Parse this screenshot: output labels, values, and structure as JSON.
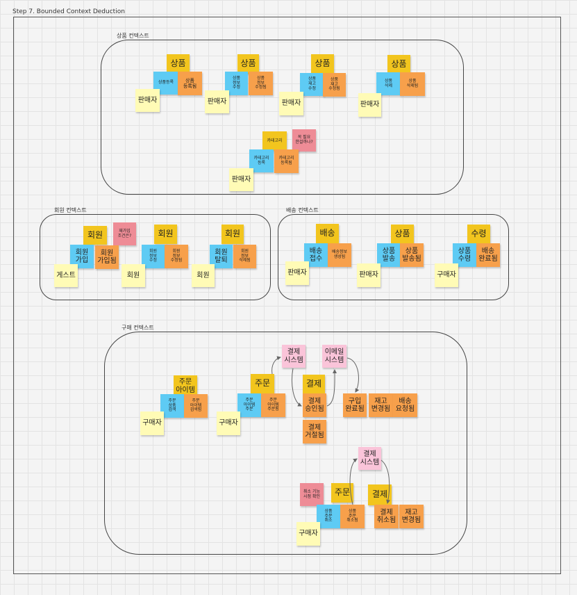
{
  "title": "Step 7. Bounded Context Deduction",
  "contexts": {
    "product": "상품 컨텍스트",
    "member": "회원 컨텍스트",
    "delivery": "배송 컨텍스트",
    "purchase": "구매 컨텍스트"
  },
  "notes": {
    "p_agg1": "상품",
    "p_cmd1": "상품등록",
    "p_evt1": "상품\n등록됨",
    "p_act1": "판매자",
    "p_agg2": "상품",
    "p_cmd2": "상품\n정보\n수정",
    "p_evt2": "상품\n정보\n수정됨",
    "p_act2": "판매자",
    "p_agg3": "상품",
    "p_cmd3": "상품\n재고\n수정",
    "p_evt3": "상품\n재고\n수정됨",
    "p_act3": "판매자",
    "p_agg4": "상품",
    "p_cmd4": "상품\n삭제",
    "p_evt4": "상품\n삭제됨",
    "p_act4": "판매자",
    "c_agg": "카테고리",
    "c_issue": "꼭 필요\n한걸까나?",
    "c_cmd": "카테고리\n등록",
    "c_evt": "카테고리\n등록됨",
    "c_act": "판매자",
    "m_agg1": "회원",
    "m_issue": "재가입\n조건은?",
    "m_cmd1": "회원\n가입",
    "m_evt1": "회원\n가입됨",
    "m_act1": "게스트",
    "m_agg2": "회원",
    "m_cmd2": "회원\n정보\n수정",
    "m_evt2": "회원\n정보\n수정됨",
    "m_act2": "회원",
    "m_agg3": "회원",
    "m_cmd3": "회원\n탈퇴",
    "m_evt3": "회원\n정보\n삭제됨",
    "m_act3": "회원",
    "d_agg1": "배송",
    "d_cmd1": "배송\n접수",
    "d_evt1": "배송정보\n생성됨",
    "d_act1": "판매자",
    "d_agg2": "상품",
    "d_cmd2": "상품\n발송",
    "d_evt2": "상품\n발송됨",
    "d_act2": "판매자",
    "d_agg3": "수령",
    "d_cmd3": "상품\n수령",
    "d_evt3": "배송\n완료됨",
    "d_act3": "구매자",
    "o_agg1": "주문\n아이템",
    "o_cmd1": "주문\n상품\n검색",
    "o_evt1": "주문\n아이템\n검색됨",
    "o_act1": "구매자",
    "o_agg2": "주문",
    "o_cmd2": "주문\n아이템\n주문",
    "o_evt2": "주문\n아이템\n주문됨",
    "o_act2": "구매자",
    "o_sys1": "결제\n시스템",
    "o_sys2": "이메일\n시스템",
    "o_agg3": "결제",
    "o_evt3": "결제\n승인됨",
    "o_evt4": "결제\n거절됨",
    "o_evt5": "구입\n완료됨",
    "o_evt6": "재고\n변경됨",
    "o_evt7": "배송\n요청됨",
    "o_sys3": "결제\n시스템",
    "o_issue": "취소 기능\n시점 확인",
    "o_agg4": "주문",
    "o_cmd5": "상품\n주문\n취소",
    "o_evt8": "상품\n주문\n취소됨",
    "o_agg5": "결제",
    "o_evt9": "결제\n취소됨",
    "o_evt10": "재고\n변경됨",
    "o_act3": "구매자"
  },
  "colors": {
    "aggregate": "#f2c51e",
    "command": "#5ecbf4",
    "event": "#f7a04b",
    "actor": "#fffbb6",
    "issue": "#ee8c96",
    "external_system": "#fac4d9"
  }
}
